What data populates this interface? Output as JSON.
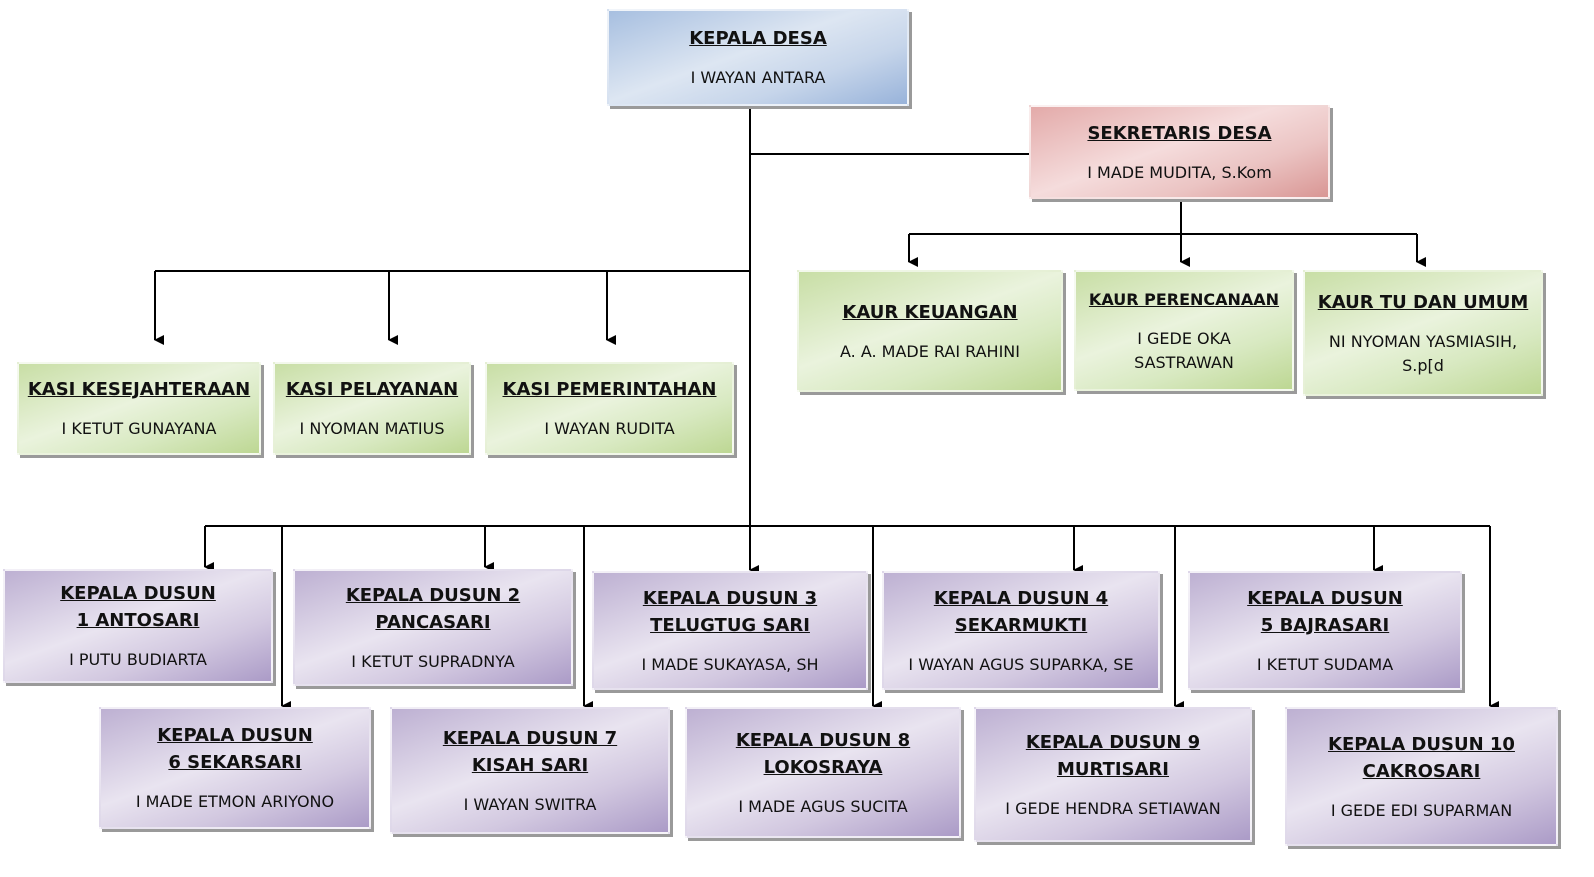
{
  "kepala_desa": {
    "title": "KEPALA DESA",
    "name": "I WAYAN ANTARA",
    "color": "#b8cce4"
  },
  "sekretaris": {
    "title": "SEKRETARIS DESA",
    "name": "I MADE MUDITA, S.Kom",
    "color": "#e6b9b8"
  },
  "kaur": [
    {
      "title": "KAUR KEUANGAN",
      "name": "A. A. MADE RAI RAHINI"
    },
    {
      "title": "KAUR PERENCANAAN",
      "name": "I GEDE OKA SASTRAWAN"
    },
    {
      "title": "KAUR TU DAN UMUM",
      "name": "NI NYOMAN YASMIASIH, S.p[d"
    }
  ],
  "kasi": [
    {
      "title": "KASI KESEJAHTERAAN",
      "name": "I KETUT GUNAYANA"
    },
    {
      "title": "KASI PELAYANAN",
      "name": "I NYOMAN MATIUS"
    },
    {
      "title": "KASI PEMERINTAHAN",
      "name": "I WAYAN RUDITA"
    }
  ],
  "dusun": [
    {
      "title": "KEPALA DUSUN 1 ANTOSARI",
      "name": "I PUTU BUDIARTA"
    },
    {
      "title": "KEPALA DUSUN 2 PANCASARI",
      "name": "I KETUT SUPRADNYA"
    },
    {
      "title": "KEPALA DUSUN 3 TELUGTUG SARI",
      "name": "I MADE SUKAYASA, SH"
    },
    {
      "title": "KEPALA DUSUN 4 SEKARMUKTI",
      "name": "I WAYAN AGUS SUPARKA, SE"
    },
    {
      "title": "KEPALA DUSUN 5 BAJRASARI",
      "name": "I KETUT SUDAMA"
    },
    {
      "title": "KEPALA DUSUN 6 SEKARSARI",
      "name": "I MADE ETMON ARIYONO"
    },
    {
      "title": "KEPALA DUSUN 7 KISAH SARI",
      "name": "I WAYAN SWITRA"
    },
    {
      "title": "KEPALA DUSUN 8 LOKOSRAYA",
      "name": "I MADE AGUS SUCITA"
    },
    {
      "title": "KEPALA DUSUN 9 MURTISARI",
      "name": "I GEDE HENDRA SETIAWAN"
    },
    {
      "title": "KEPALA DUSUN 10 CAKROSARI",
      "name": "I GEDE EDI SUPARMAN"
    }
  ]
}
